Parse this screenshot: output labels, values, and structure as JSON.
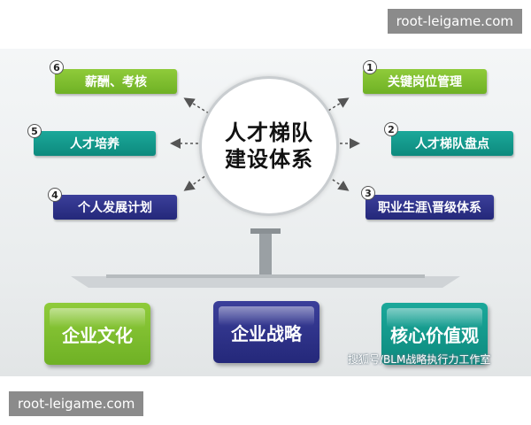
{
  "watermark_top": "root-leigame.com",
  "watermark_bottom": "root-leigame.com",
  "center": {
    "line1": "人才梯队",
    "line2": "建设体系"
  },
  "nodes": [
    {
      "number": "1",
      "label": "关键岗位管理",
      "color": "green"
    },
    {
      "number": "2",
      "label": "人才梯队盘点",
      "color": "teal"
    },
    {
      "number": "3",
      "label": "职业生涯\\晋级体系",
      "color": "navy"
    },
    {
      "number": "4",
      "label": "个人发展计划",
      "color": "navy"
    },
    {
      "number": "5",
      "label": "人才培养",
      "color": "teal"
    },
    {
      "number": "6",
      "label": "薪酬、考核",
      "color": "green"
    }
  ],
  "foundation": [
    {
      "label": "企业文化",
      "color": "green"
    },
    {
      "label": "企业战略",
      "color": "navy"
    },
    {
      "label": "核心价值观",
      "color": "teal"
    }
  ],
  "caption": "搜狐号/BLM战略执行力工作室",
  "colors": {
    "green": "#7cbd2f",
    "teal": "#139a8d",
    "navy": "#2c3087"
  }
}
